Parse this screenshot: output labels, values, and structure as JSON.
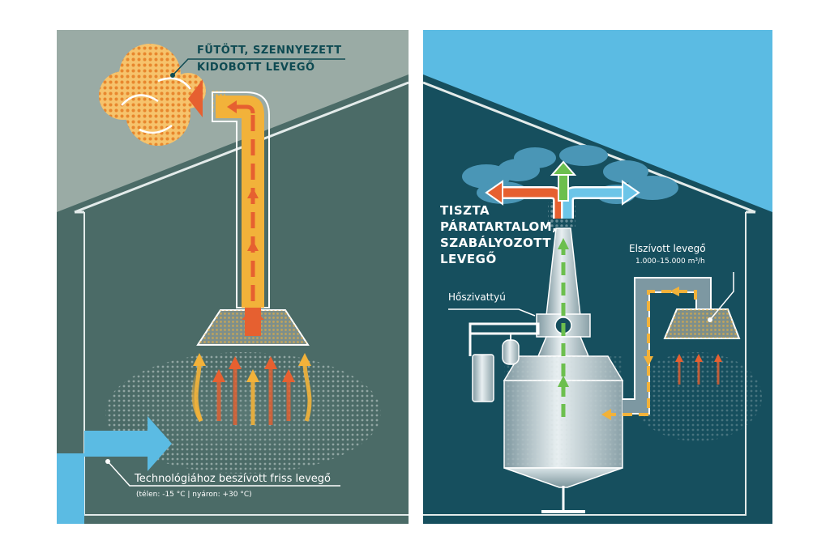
{
  "left_panel": {
    "exhaust_label_line1": "FŰTÖTT, SZENNYEZETT",
    "exhaust_label_line2": "KIDOBOTT LEVEGŐ",
    "fresh_air_label": "Technológiához beszívott friss levegő",
    "fresh_air_note": "(télen: -15 °C | nyáron: +30 °C)"
  },
  "right_panel": {
    "clean_air_line1": "TISZTA",
    "clean_air_line2": "PÁRATARTALOM,",
    "clean_air_line3": "SZABÁLYOZOTT",
    "clean_air_line4": "LEVEGŐ",
    "heat_pump_label": "Hőszivattyú",
    "extracted_air_label": "Elszívott levegő",
    "extracted_air_value": "1.000–15.000 m³/h"
  },
  "colors": {
    "left_sky": "#9aaba5",
    "left_house": "#4b6b67",
    "right_sky": "#5bbbe3",
    "right_house": "#164f5e",
    "warm_orange": "#e66030",
    "warm_yellow": "#f2b23a",
    "cold_blue": "#6cc5e8",
    "clean_green": "#6cbf4e",
    "cloud_left": "#f0a450",
    "cloud_right": "#4a96b6"
  }
}
